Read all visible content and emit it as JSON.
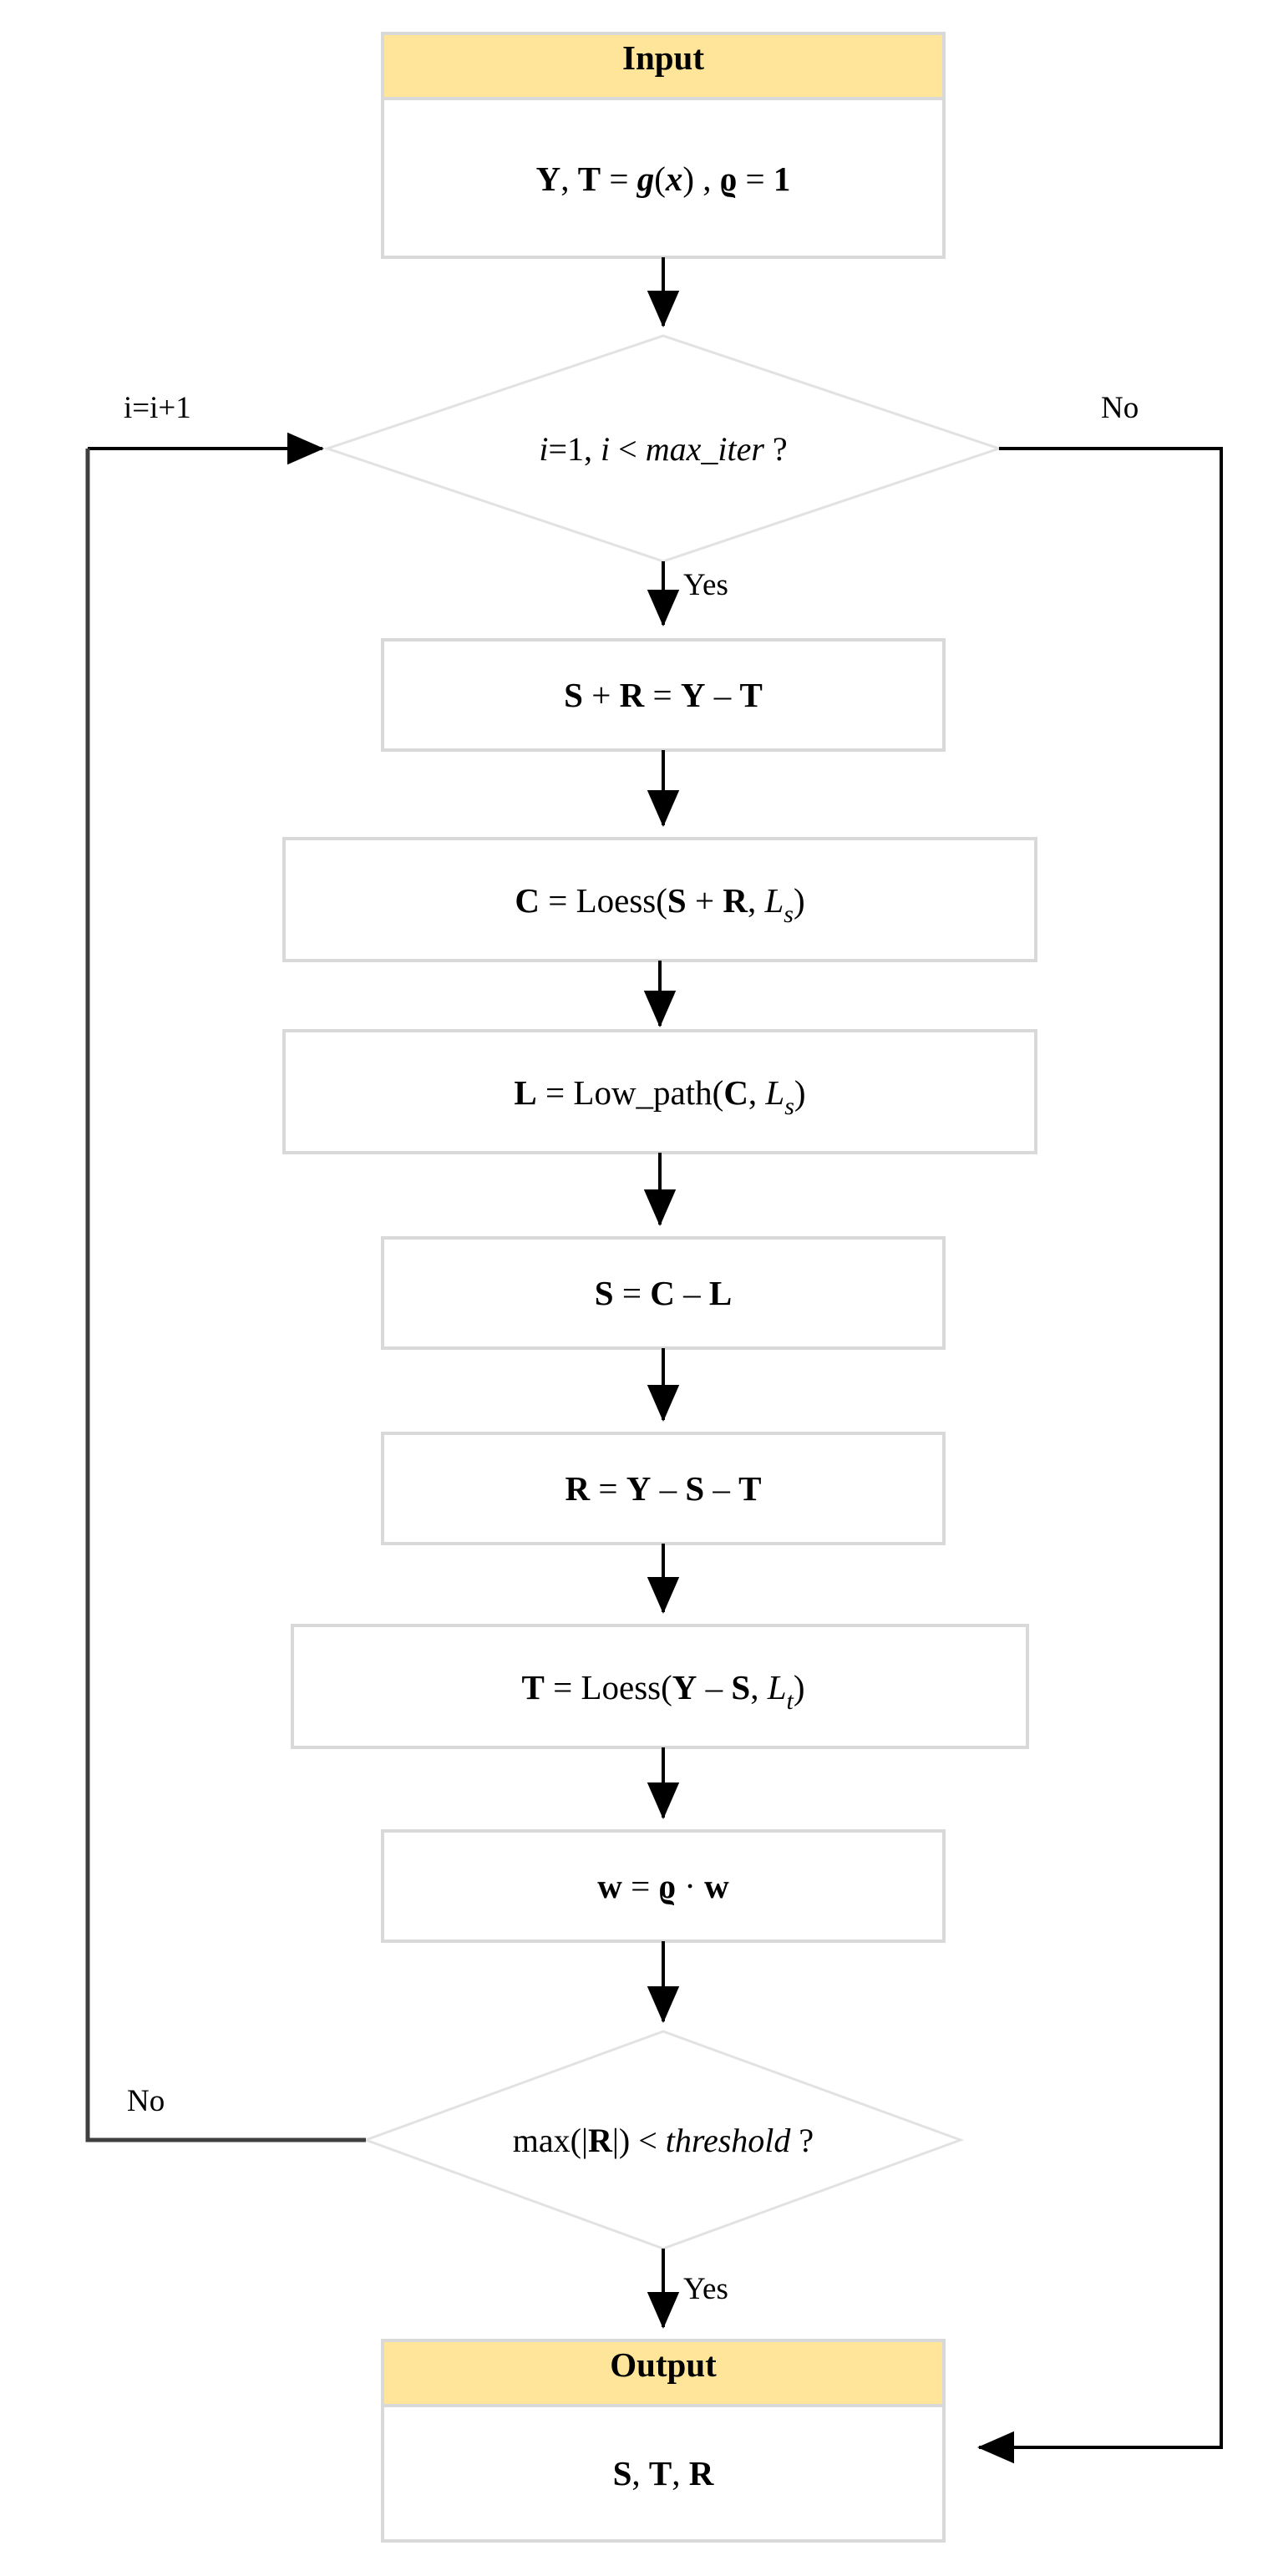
{
  "diagram": {
    "title": "STL decomposition iterative algorithm flowchart",
    "colors": {
      "header_fill": "#ffe599",
      "box_fill": "#ffffff",
      "box_border": "#d9d9d9",
      "diamond_border": "#e2e2e2",
      "connector": "#000000",
      "loop_connector": "#3f3f3f",
      "background": "#ffffff"
    },
    "nodes": {
      "input": {
        "type": "terminator",
        "header": "Input",
        "body_parts": [
          {
            "text": "Y",
            "style": "bold"
          },
          {
            "text": ", ",
            "style": "roman"
          },
          {
            "text": "T",
            "style": "bold"
          },
          {
            "text": " = ",
            "style": "roman"
          },
          {
            "text": "g",
            "style": "italic-bold"
          },
          {
            "text": "(",
            "style": "roman"
          },
          {
            "text": "x",
            "style": "italic-bold"
          },
          {
            "text": ") , ",
            "style": "roman"
          },
          {
            "text": "ϱ",
            "style": "bold"
          },
          {
            "text": " = ",
            "style": "roman"
          },
          {
            "text": "1",
            "style": "bold"
          }
        ],
        "body_plain": "Y, T = g(x) , ϱ = 1"
      },
      "decision_iter": {
        "type": "decision",
        "text_plain": "i=1, i < max_iter ?",
        "parts": [
          {
            "text": "i",
            "style": "italic"
          },
          {
            "text": "=1, ",
            "style": "roman"
          },
          {
            "text": "i",
            "style": "italic"
          },
          {
            "text": " < ",
            "style": "roman"
          },
          {
            "text": "max_iter",
            "style": "italic"
          },
          {
            "text": " ?",
            "style": "roman"
          }
        ]
      },
      "p1": {
        "type": "process",
        "text_plain": "S + R = Y – T"
      },
      "p2": {
        "type": "process",
        "text_plain": "C = Loess(S + R, Lₛ)"
      },
      "p3": {
        "type": "process",
        "text_plain": "L = Low_path(C, Lₛ)"
      },
      "p4": {
        "type": "process",
        "text_plain": "S = C – L"
      },
      "p5": {
        "type": "process",
        "text_plain": "R = Y – S – T"
      },
      "p6": {
        "type": "process",
        "text_plain": "T = Loess(Y – S, Lₜ)"
      },
      "p7": {
        "type": "process",
        "text_plain": "w = ϱ · w"
      },
      "decision_conv": {
        "type": "decision",
        "text_plain": "max(|R|) < threshold ?",
        "parts": [
          {
            "text": "max(|",
            "style": "roman"
          },
          {
            "text": "R",
            "style": "bold"
          },
          {
            "text": "|) < ",
            "style": "roman"
          },
          {
            "text": "threshold",
            "style": "italic"
          },
          {
            "text": " ?",
            "style": "roman"
          }
        ]
      },
      "output": {
        "type": "terminator",
        "header": "Output",
        "body_plain": "S, T, R"
      }
    },
    "edge_labels": {
      "increment": "i=i+1",
      "iter_no": "No",
      "iter_yes": "Yes",
      "conv_no": "No",
      "conv_yes": "Yes"
    },
    "text_tokens": {
      "Y": "Y",
      "T": "T",
      "S": "S",
      "R": "R",
      "C": "C",
      "L": "L",
      "w": "w",
      "rho": "ϱ",
      "one": "1",
      "g": "g",
      "x": "x",
      "loess": "Loess",
      "low_path": "Low_path",
      "max": "max",
      "max_iter": "max_iter",
      "threshold": "threshold",
      "i": "i",
      "sub_s": "s",
      "sub_t": "t",
      "eq": " = ",
      "plus": " + ",
      "minus": " – ",
      "dot": " · ",
      "comma": ", ",
      "lt": " < ",
      "qmark": " ?",
      "lparen": "(",
      "rparen": ")",
      "bar": "|"
    }
  }
}
